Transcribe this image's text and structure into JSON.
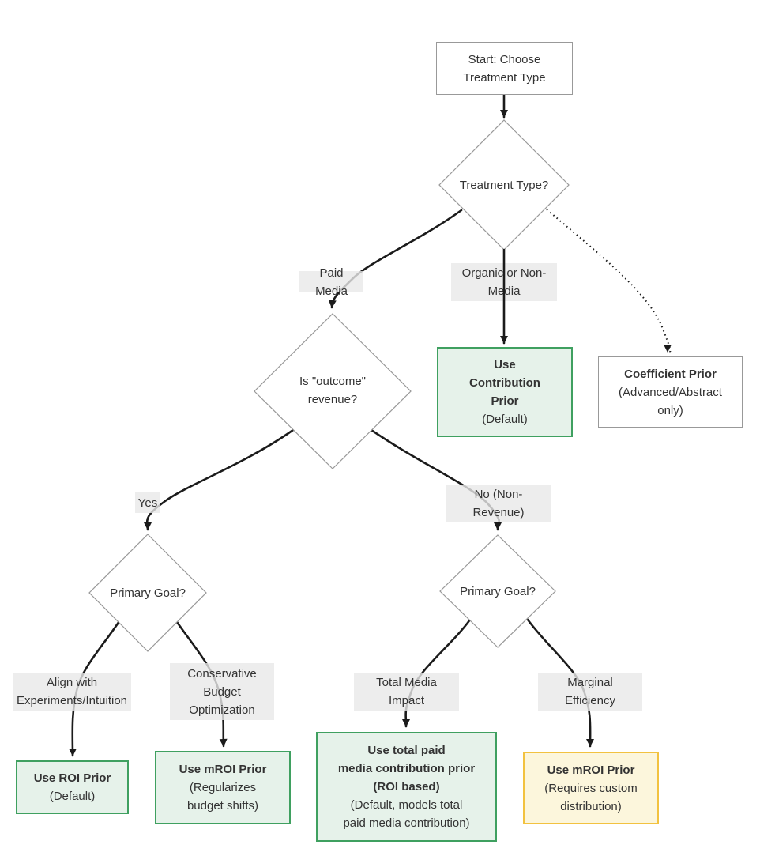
{
  "title": "Prior type decision flowchart",
  "colors": {
    "node_border": "#999999",
    "node_fill": "#ffffff",
    "text": "#333333",
    "edge": "#1b1b1b",
    "label_bg": "#e8e8e8",
    "green_fill": "#e6f2ea",
    "green_border": "#3fa060",
    "yellow_fill": "#fcf6dc",
    "yellow_border": "#f2c240"
  },
  "nodes": {
    "start": {
      "title": "Start: Choose\nTreatment Type"
    },
    "q_treatment": {
      "title": "Treatment Type?"
    },
    "q_outcome": {
      "title": "Is \"outcome\"\nrevenue?"
    },
    "q_goal_left": {
      "title": "Primary Goal?"
    },
    "q_goal_right": {
      "title": "Primary Goal?"
    },
    "contribution": {
      "title": "Use\nContribution\nPrior",
      "subtitle": "(Default)"
    },
    "coefficient": {
      "title": "Coefficient Prior",
      "subtitle": "(Advanced/Abstract\nonly)"
    },
    "roi": {
      "title": "Use ROI Prior",
      "subtitle": "(Default)"
    },
    "mroi_budget": {
      "title": "Use mROI Prior",
      "subtitle": "(Regularizes\nbudget shifts)"
    },
    "total_contribution": {
      "title": "Use total paid\nmedia contribution prior\n(ROI based)",
      "subtitle": "(Default, models total\npaid media contribution)"
    },
    "mroi_custom": {
      "title": "Use mROI Prior",
      "subtitle": "(Requires custom\ndistribution)"
    }
  },
  "edge_labels": {
    "paid_media": "Paid Media",
    "organic": "Organic or Non-\nMedia",
    "yes": "Yes",
    "no_non_revenue": "No (Non-\nRevenue)",
    "align_experiments": "Align with\nExperiments/Intuition",
    "conservative_budget": "Conservative\nBudget\nOptimization",
    "total_media_impact": "Total Media\nImpact",
    "marginal_efficiency": "Marginal\nEfficiency"
  }
}
